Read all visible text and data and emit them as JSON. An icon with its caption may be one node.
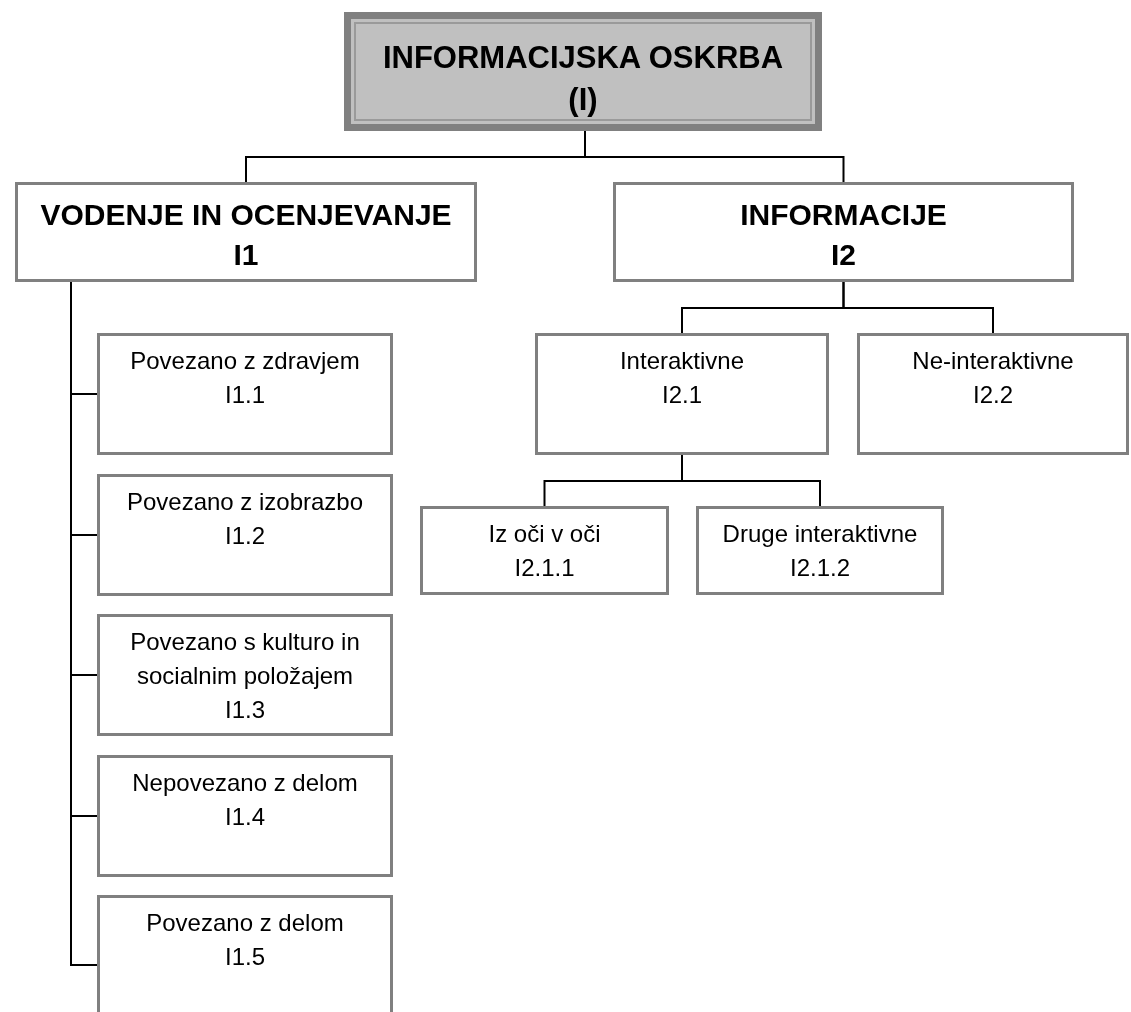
{
  "diagram": {
    "nodes": [
      {
        "text": [
          "INFORMACIJSKA OSKRBA",
          "(I)"
        ]
      },
      {
        "text": [
          "VODENJE IN OCENJEVANJE",
          "I1"
        ]
      },
      {
        "text": [
          "INFORMACIJE",
          "I2"
        ]
      },
      {
        "text": [
          "Povezano z zdravjem",
          "I1.1"
        ]
      },
      {
        "text": [
          "Povezano z izobrazbo",
          "I1.2"
        ]
      },
      {
        "text": [
          "Povezano s kulturo in socialnim položajem",
          "I1.3"
        ]
      },
      {
        "text": [
          "Nepovezano z delom",
          "I1.4"
        ]
      },
      {
        "text": [
          "Povezano z delom",
          "I1.5"
        ]
      },
      {
        "text": [
          "Interaktivne",
          "I2.1"
        ]
      },
      {
        "text": [
          "Ne-interaktivne",
          "I2.2"
        ]
      },
      {
        "text": [
          "Iz oči v oči",
          "I2.1.1"
        ]
      },
      {
        "text": [
          "Druge interaktivne",
          "I2.1.2"
        ]
      }
    ],
    "edges": [
      {
        "from": 0,
        "to": 1,
        "arrow": "none"
      },
      {
        "from": 0,
        "to": 2,
        "arrow": "none"
      },
      {
        "from": 1,
        "to": 3,
        "arrow": "none"
      },
      {
        "from": 1,
        "to": 4,
        "arrow": "none"
      },
      {
        "from": 1,
        "to": 5,
        "arrow": "none"
      },
      {
        "from": 1,
        "to": 6,
        "arrow": "none"
      },
      {
        "from": 1,
        "to": 7,
        "arrow": "none"
      },
      {
        "from": 2,
        "to": 8,
        "arrow": "none"
      },
      {
        "from": 2,
        "to": 9,
        "arrow": "none"
      },
      {
        "from": 8,
        "to": 10,
        "arrow": "none"
      },
      {
        "from": 8,
        "to": 11,
        "arrow": "none"
      }
    ]
  }
}
